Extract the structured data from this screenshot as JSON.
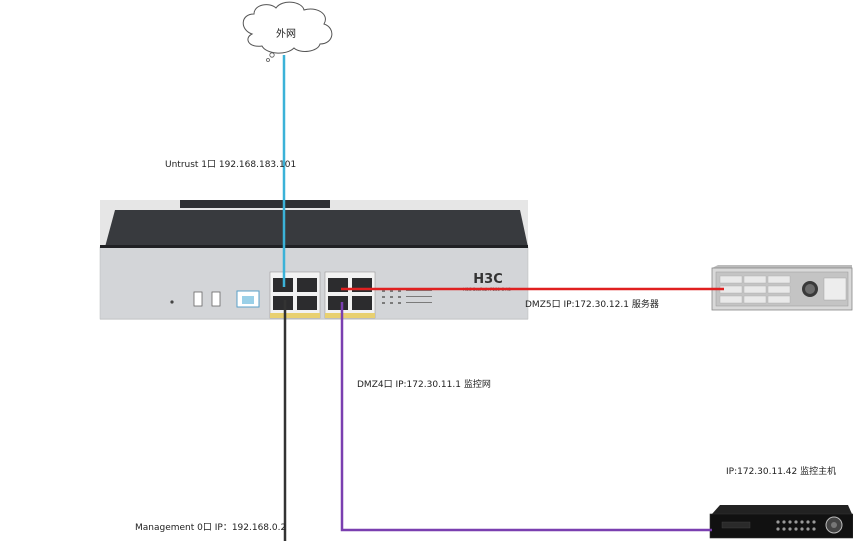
{
  "cloud": {
    "label": "外网"
  },
  "firewall": {
    "brand": "H3C",
    "model_text": "H3C SecPath F100-C-A3"
  },
  "connections": {
    "untrust": {
      "label": "Untrust 1口 192.168.183.101",
      "color": "#3bb2d8"
    },
    "dmz5": {
      "label": "DMZ5口 IP:172.30.12.1 服务器",
      "color": "#e02020"
    },
    "dmz4": {
      "label": "DMZ4口 IP:172.30.11.1 监控网",
      "color": "#7a3fb0"
    },
    "management": {
      "label": "Management 0口 IP：192.168.0.2",
      "color": "#333333"
    }
  },
  "devices": {
    "server": {
      "icon": "server-icon"
    },
    "nvr": {
      "label": "IP:172.30.11.42 监控主机",
      "icon": "nvr-icon"
    }
  }
}
